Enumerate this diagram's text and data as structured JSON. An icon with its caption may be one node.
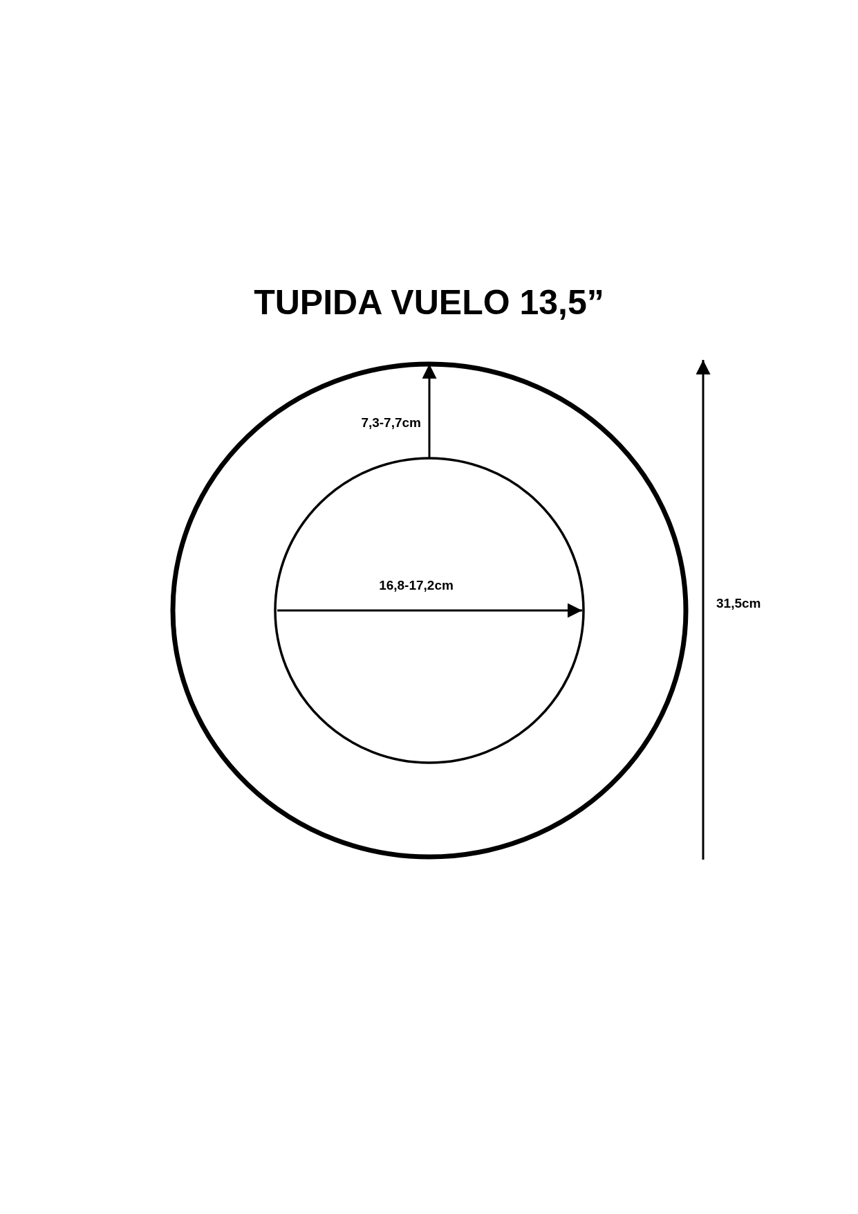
{
  "diagram": {
    "title": "TUPIDA VUELO 13,5”",
    "labels": [
      "7,3-7,7cm",
      "16,8-17,2cm",
      "31,5cm"
    ]
  }
}
